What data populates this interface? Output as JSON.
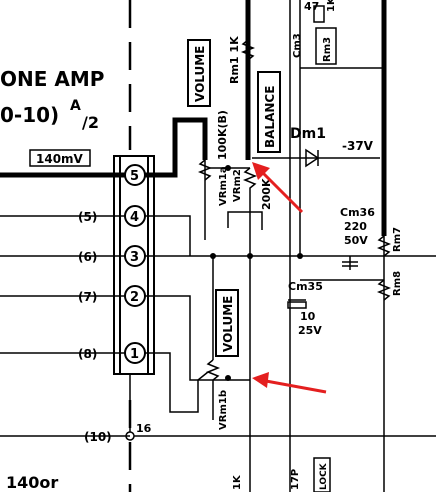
{
  "title": {
    "line1": "ONE AMP",
    "line2": "0-10)",
    "superscript": "A",
    "fraction": "/2"
  },
  "signal_level": "140mV",
  "terminal_block": {
    "pins": [
      "5",
      "4",
      "3",
      "2",
      "1"
    ],
    "left_labels": [
      "(5)",
      "(6)",
      "(7)",
      "(8)"
    ],
    "bottom_label": "(10)",
    "bottom_node_number": "16"
  },
  "components": {
    "volume_box_top": "VOLUME",
    "volume_value": "100K(B)",
    "balance_box": "BALANCE",
    "rm1": "Rm1 1K",
    "vrm1a": "VRm1a",
    "vrm2": "VRm2",
    "vrm2_value": "200K",
    "volume_box_bottom": "VOLUME",
    "vrm1b": "VRm1b",
    "cm3": "Cm3",
    "cm3_value": "47",
    "rm3": "Rm3",
    "rm3_value": "1K",
    "dm1": "Dm1",
    "supply": "-37V",
    "cm36": "Cm36",
    "cm36_cap": "220",
    "cm36_volt": "50V",
    "rm7": "Rm7",
    "cm35": "Cm35",
    "cm35_cap": "10",
    "cm35_volt": "25V",
    "rm8": "Rm8",
    "bottom_text": "140or",
    "bottom_1k": "1K",
    "bottom_17p": "17P",
    "bottom_lock": "LOCK"
  },
  "annotations": {
    "arrow_color": "#e41f1f"
  }
}
